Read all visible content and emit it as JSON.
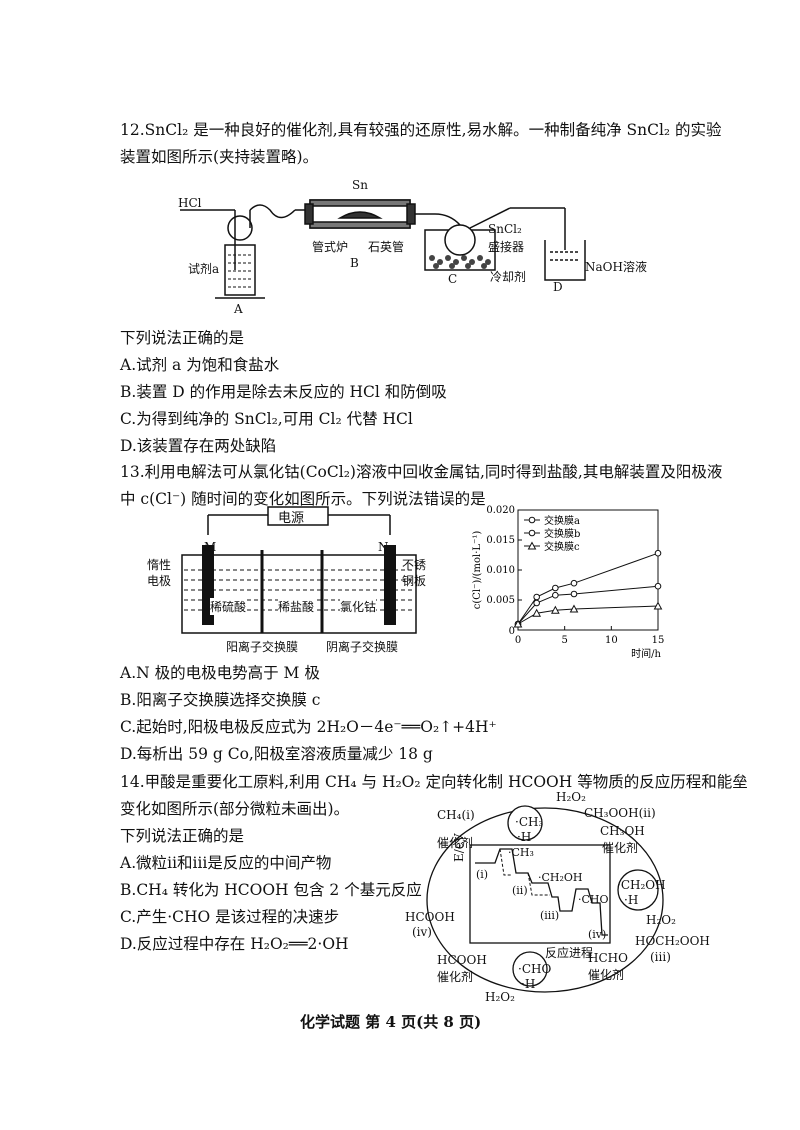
{
  "q12": {
    "stem_line1": "12.SnCl₂ 是一种良好的催化剂,具有较强的还原性,易水解。一种制备纯净 SnCl₂ 的实验",
    "stem_line2": "装置如图所示(夹持装置略)。",
    "question": "下列说法正确的是",
    "options": [
      "A.试剂 a 为饱和食盐水",
      "B.装置 D 的作用是除去未反应的 HCl 和防倒吸",
      "C.为得到纯净的 SnCl₂,可用 Cl₂ 代替 HCl",
      "D.该装置存在两处缺陷"
    ],
    "figure": {
      "hcl": "HCl",
      "sn": "Sn",
      "reagent_a": "试剂a",
      "label_a": "A",
      "furnace": "管式炉",
      "quartz": "石英管",
      "label_b": "B",
      "sncl2_line1": "SnCl₂",
      "sncl2_line2": "盛接器",
      "coolant": "冷却剂",
      "label_c": "C",
      "naoh": "NaOH溶液",
      "label_d": "D"
    }
  },
  "q13": {
    "stem_line1": "13.利用电解法可从氯化钴(CoCl₂)溶液中回收金属钴,同时得到盐酸,其电解装置及阳极液",
    "stem_line2": "中 c(Cl⁻) 随时间的变化如图所示。下列说法错误的是",
    "options": [
      "A.N 极的电极电势高于 M 极",
      "B.阳离子交换膜选择交换膜 c",
      "C.起始时,阳极电极反应式为 2H₂O－4e⁻══O₂↑+4H⁺",
      "D.每析出 59 g Co,阳极室溶液质量减少 18 g"
    ],
    "cell": {
      "power": "电源",
      "m": "M",
      "n": "N",
      "inert1": "惰性",
      "inert2": "电极",
      "steel1": "不锈",
      "steel2": "钢板",
      "sol1": "稀硫酸",
      "sol2": "稀盐酸",
      "sol3": "氯化钴",
      "membrane1": "阳离子交换膜",
      "membrane2": "阴离子交换膜"
    },
    "chart_data": {
      "type": "line",
      "xlabel": "时间/h",
      "ylabel": "c(Cl⁻)/(mol·L⁻¹)",
      "xlim": [
        0,
        15
      ],
      "ylim": [
        0,
        0.02
      ],
      "xticks": [
        "0",
        "5",
        "10",
        "15"
      ],
      "yticks": [
        "0.005",
        "0.010",
        "0.015",
        "0.020"
      ],
      "grid": false,
      "legend_position": "top-left",
      "series": [
        {
          "name": "交换膜a",
          "marker": "circle",
          "x": [
            0,
            2,
            4,
            6,
            15
          ],
          "y": [
            0.001,
            0.0055,
            0.007,
            0.0078,
            0.0128
          ]
        },
        {
          "name": "交换膜b",
          "marker": "circle",
          "x": [
            0,
            2,
            4,
            6,
            15
          ],
          "y": [
            0.001,
            0.0045,
            0.0058,
            0.006,
            0.0073
          ]
        },
        {
          "name": "交换膜c",
          "marker": "triangle",
          "x": [
            0,
            2,
            4,
            6,
            15
          ],
          "y": [
            0.001,
            0.0028,
            0.0033,
            0.0035,
            0.004
          ]
        }
      ]
    }
  },
  "q14": {
    "stem_line1": "14.甲酸是重要化工原料,利用 CH₄ 与 H₂O₂ 定向转化制 HCOOH 等物质的反应历程和能垒",
    "stem_line2": "变化如图所示(部分微粒未画出)。",
    "question": "下列说法正确的是",
    "options": [
      "A.微粒ⅱ和ⅲ是反应的中间产物",
      "B.CH₄ 转化为 HCOOH 包含 2 个基元反应",
      "C.产生·CHO 是该过程的决速步",
      "D.反应过程中存在 H₂O₂══2·OH"
    ],
    "figure": {
      "ch4": "CH₄(i)",
      "catalyst": "催化剂",
      "ch3h_1": "·CH₃",
      "ch3h_2": "·H",
      "h2o2": "H₂O₂",
      "ch3ooh": "CH₃OOH(ii)",
      "ch3oh": "CH₃OH",
      "ch2ohh_1": "·CH₂OH",
      "ch2ohh_2": "·H",
      "hoch2ooh": "HOCH₂OOH",
      "iii": "(iii)",
      "hcho": "HCHO",
      "choh_1": "·CHO",
      "choh_2": "·H",
      "hcooh_cat": "HCOOH",
      "hcooh": "HCOOH",
      "iv": "(iv)",
      "ev": "E/eV",
      "progress": "反应进程",
      "e_i": "(i)",
      "e_ch3": "·CH₃",
      "e_ii": "(ii)",
      "e_ch2oh": "·CH₂OH",
      "e_iii": "(iii)",
      "e_cho": "·CHO",
      "e_iv": "(iv)"
    }
  },
  "footer": "化学试题 第 4 页(共 8 页)"
}
